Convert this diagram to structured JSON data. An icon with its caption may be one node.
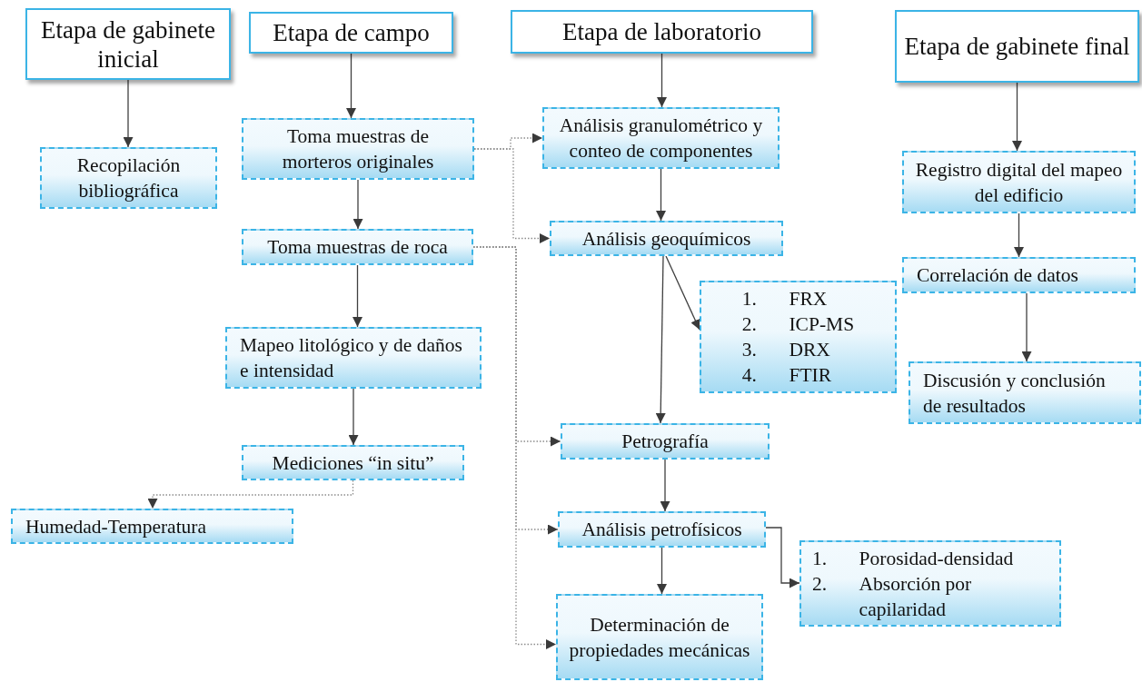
{
  "diagram": {
    "nodes": [
      {
        "text": [
          "Etapa de gabinete inicial"
        ]
      },
      {
        "text": [
          "Etapa de campo"
        ]
      },
      {
        "text": [
          "Etapa de laboratorio"
        ]
      },
      {
        "text": [
          "Etapa de gabinete final"
        ]
      },
      {
        "text": [
          "Recopilación bibliográfica"
        ]
      },
      {
        "text": [
          "Toma muestras de morteros originales"
        ]
      },
      {
        "text": [
          "Análisis granulométrico y conteo de componentes"
        ]
      },
      {
        "text": [
          "Registro digital del mapeo del edificio"
        ]
      },
      {
        "text": [
          "Toma muestras de roca"
        ]
      },
      {
        "text": [
          "Análisis geoquímicos"
        ]
      },
      {
        "text": [
          "Correlación de datos"
        ]
      },
      {
        "text": [
          "1.",
          "FRX",
          "2.",
          "ICP-MS",
          "3.",
          "DRX",
          "4.",
          "FTIR"
        ]
      },
      {
        "text": [
          "Mapeo litológico y de daños e intensidad"
        ]
      },
      {
        "text": [
          "Discusión y conclusión de resultados"
        ]
      },
      {
        "text": [
          "Mediciones “in situ”"
        ]
      },
      {
        "text": [
          "Humedad-Temperatura"
        ]
      },
      {
        "text": [
          "Petrografía"
        ]
      },
      {
        "text": [
          "Análisis petrofísicos"
        ]
      },
      {
        "text": [
          "1.",
          "Porosidad-densidad",
          "2.",
          "Absorción por capilaridad"
        ]
      },
      {
        "text": [
          "Determinación de propiedades mecánicas"
        ]
      }
    ],
    "edges": [
      {
        "from": 0,
        "to": 4,
        "arrow": "to"
      },
      {
        "from": 1,
        "to": 5,
        "arrow": "to"
      },
      {
        "from": 5,
        "to": 8,
        "arrow": "to"
      },
      {
        "from": 8,
        "to": 12,
        "arrow": "to"
      },
      {
        "from": 12,
        "to": 14,
        "arrow": "to"
      },
      {
        "from": 14,
        "to": 15,
        "arrow": "to",
        "style": "dashed",
        "color": "#8c8c8c"
      },
      {
        "from": 5,
        "to": 6,
        "arrow": "to",
        "style": "dashed",
        "color": "#8c8c8c"
      },
      {
        "from": 5,
        "to": 9,
        "arrow": "to",
        "style": "dashed",
        "color": "#8c8c8c"
      },
      {
        "from": 8,
        "to": 16,
        "arrow": "to",
        "style": "dashed",
        "color": "#8c8c8c"
      },
      {
        "from": 8,
        "to": 17,
        "arrow": "to",
        "style": "dashed",
        "color": "#8c8c8c"
      },
      {
        "from": 8,
        "to": 19,
        "arrow": "to",
        "style": "dashed",
        "color": "#8c8c8c"
      },
      {
        "from": 2,
        "to": 6,
        "arrow": "to"
      },
      {
        "from": 6,
        "to": 9,
        "arrow": "to"
      },
      {
        "from": 9,
        "to": 11,
        "arrow": "to"
      },
      {
        "from": 9,
        "to": 16,
        "arrow": "to"
      },
      {
        "from": 16,
        "to": 17,
        "arrow": "to"
      },
      {
        "from": 17,
        "to": 19,
        "arrow": "to"
      },
      {
        "from": 17,
        "to": 18,
        "arrow": "to"
      },
      {
        "from": 3,
        "to": 7,
        "arrow": "to"
      },
      {
        "from": 7,
        "to": 10,
        "arrow": "to"
      },
      {
        "from": 10,
        "to": 13,
        "arrow": "to"
      }
    ]
  }
}
